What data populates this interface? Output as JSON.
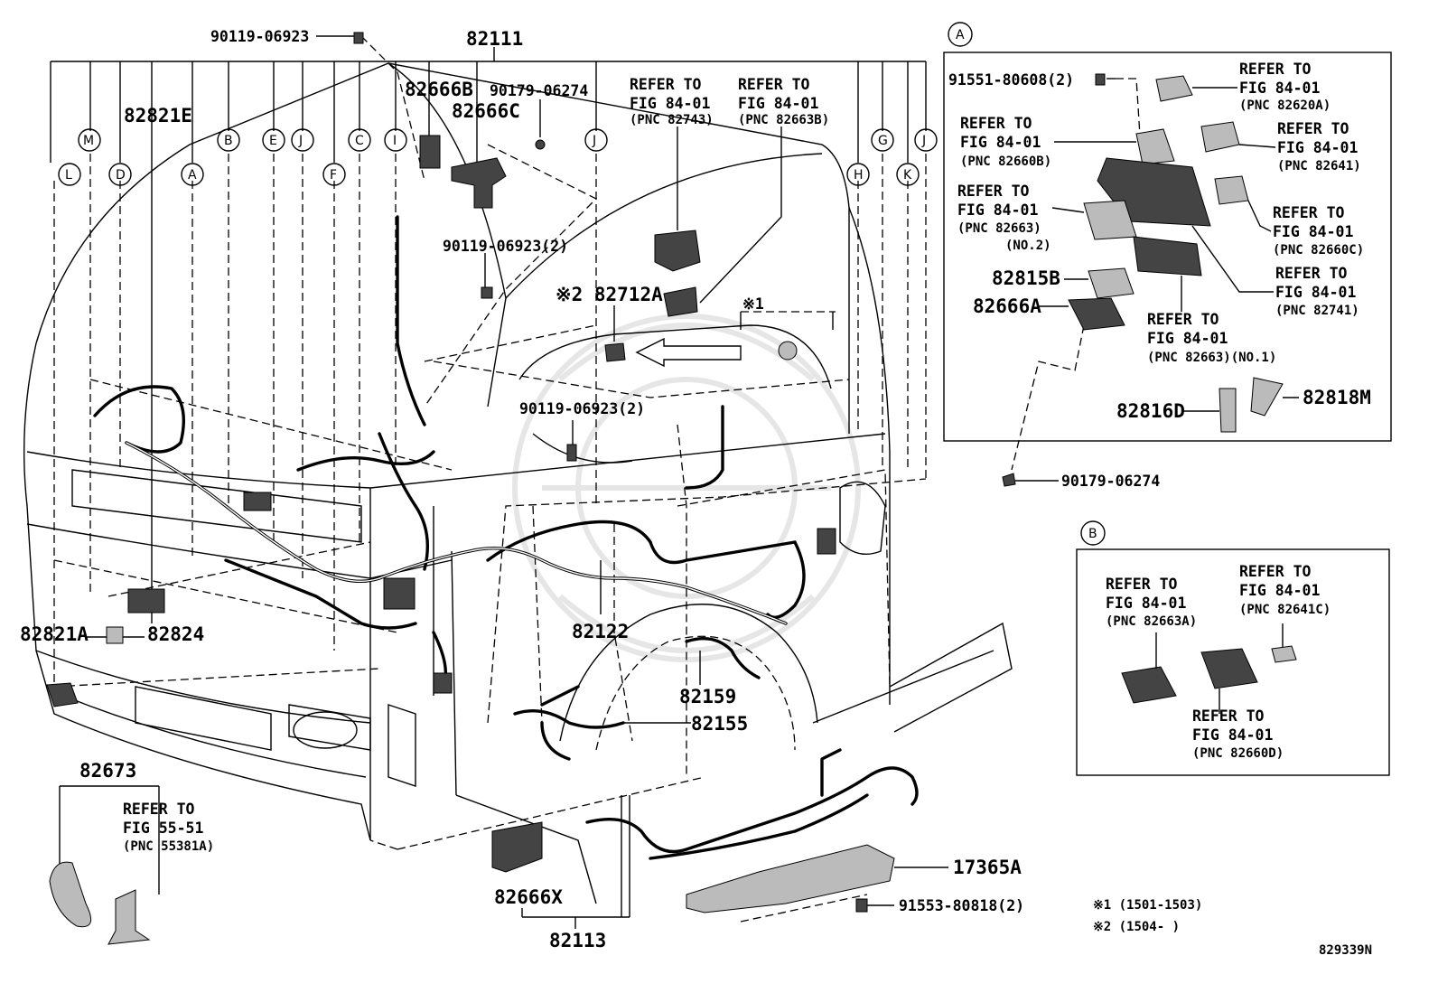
{
  "diagram_id": "829339N",
  "callout_letters_main": [
    "L",
    "M",
    "D",
    "A",
    "B",
    "E",
    "J",
    "F",
    "C",
    "I",
    "J",
    "H",
    "G",
    "K",
    "J"
  ],
  "inset_a": {
    "letter": "A",
    "labels": {
      "bolt": "91551-80608(2)",
      "r620": [
        "REFER TO",
        "FIG 84-01",
        "(PNC 82620A)"
      ],
      "r660b": [
        "REFER TO",
        "FIG 84-01",
        "(PNC 82660B)"
      ],
      "r641": [
        "REFER TO",
        "FIG 84-01",
        "(PNC 82641)"
      ],
      "r663no2": [
        "REFER TO",
        "FIG 84-01",
        "(PNC 82663)",
        "(NO.2)"
      ],
      "r660c": [
        "REFER TO",
        "FIG 84-01",
        "(PNC 82660C)"
      ],
      "r741": [
        "REFER TO",
        "FIG 84-01",
        "(PNC 82741)"
      ],
      "r663no1": [
        "REFER TO",
        "FIG 84-01",
        "(PNC 82663)(NO.1)"
      ],
      "p815b": "82815B",
      "p666a": "82666A",
      "p816d": "82816D",
      "p818m": "82818M"
    }
  },
  "inset_b": {
    "letter": "B",
    "r663a": [
      "REFER TO",
      "FIG 84-01",
      "(PNC 82663A)"
    ],
    "r641c": [
      "REFER TO",
      "FIG 84-01",
      "(PNC 82641C)"
    ],
    "r660d": [
      "REFER TO",
      "FIG 84-01",
      "(PNC 82660D)"
    ]
  },
  "main_labels": {
    "bolt_top": "90119-06923",
    "p82111": "82111",
    "p82666b": "82666B",
    "nut_top": "90179-06274",
    "p82666c": "82666C",
    "p82821e": "82821E",
    "r743": [
      "REFER TO",
      "FIG 84-01",
      "(PNC 82743)"
    ],
    "r663b": [
      "REFER TO",
      "FIG 84-01",
      "(PNC 82663B)"
    ],
    "bolt_mid": "90119-06923(2)",
    "note2_part": "※2 82712A",
    "note1": "※1",
    "bolt_low": "90119-06923(2)",
    "nut_right": "90179-06274",
    "p82821a": "82821A",
    "p82824": "82824",
    "p82122": "82122",
    "p82159": "82159",
    "p82155": "82155",
    "p82673": "82673",
    "r5551": [
      "REFER TO",
      "FIG 55-51",
      "(PNC 55381A)"
    ],
    "p82666x": "82666X",
    "p82113": "82113",
    "p17365a": "17365A",
    "bolt_bottom": "91553-80818(2)",
    "footnote1": "※1 (1501-1503)",
    "footnote2": "※2 (1504-      )"
  }
}
